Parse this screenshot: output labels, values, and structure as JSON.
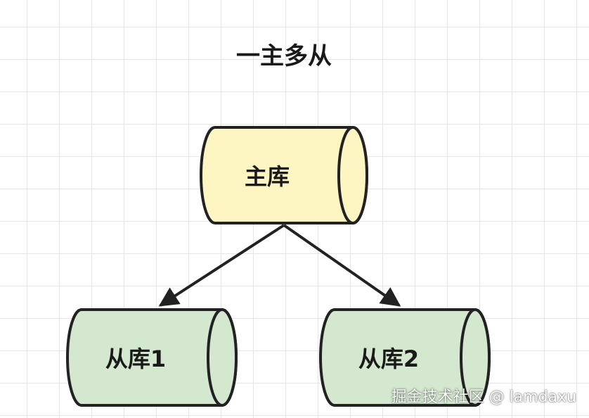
{
  "title": "一主多从",
  "nodes": {
    "master": {
      "label": "主库",
      "fill": "#fdf6c3"
    },
    "slave1": {
      "label": "从库1",
      "fill": "#d3e8cf"
    },
    "slave2": {
      "label": "从库2",
      "fill": "#d3e8cf"
    }
  },
  "stroke_color": "#222222",
  "watermark": "掘金技术社区 @ lamdaxu"
}
